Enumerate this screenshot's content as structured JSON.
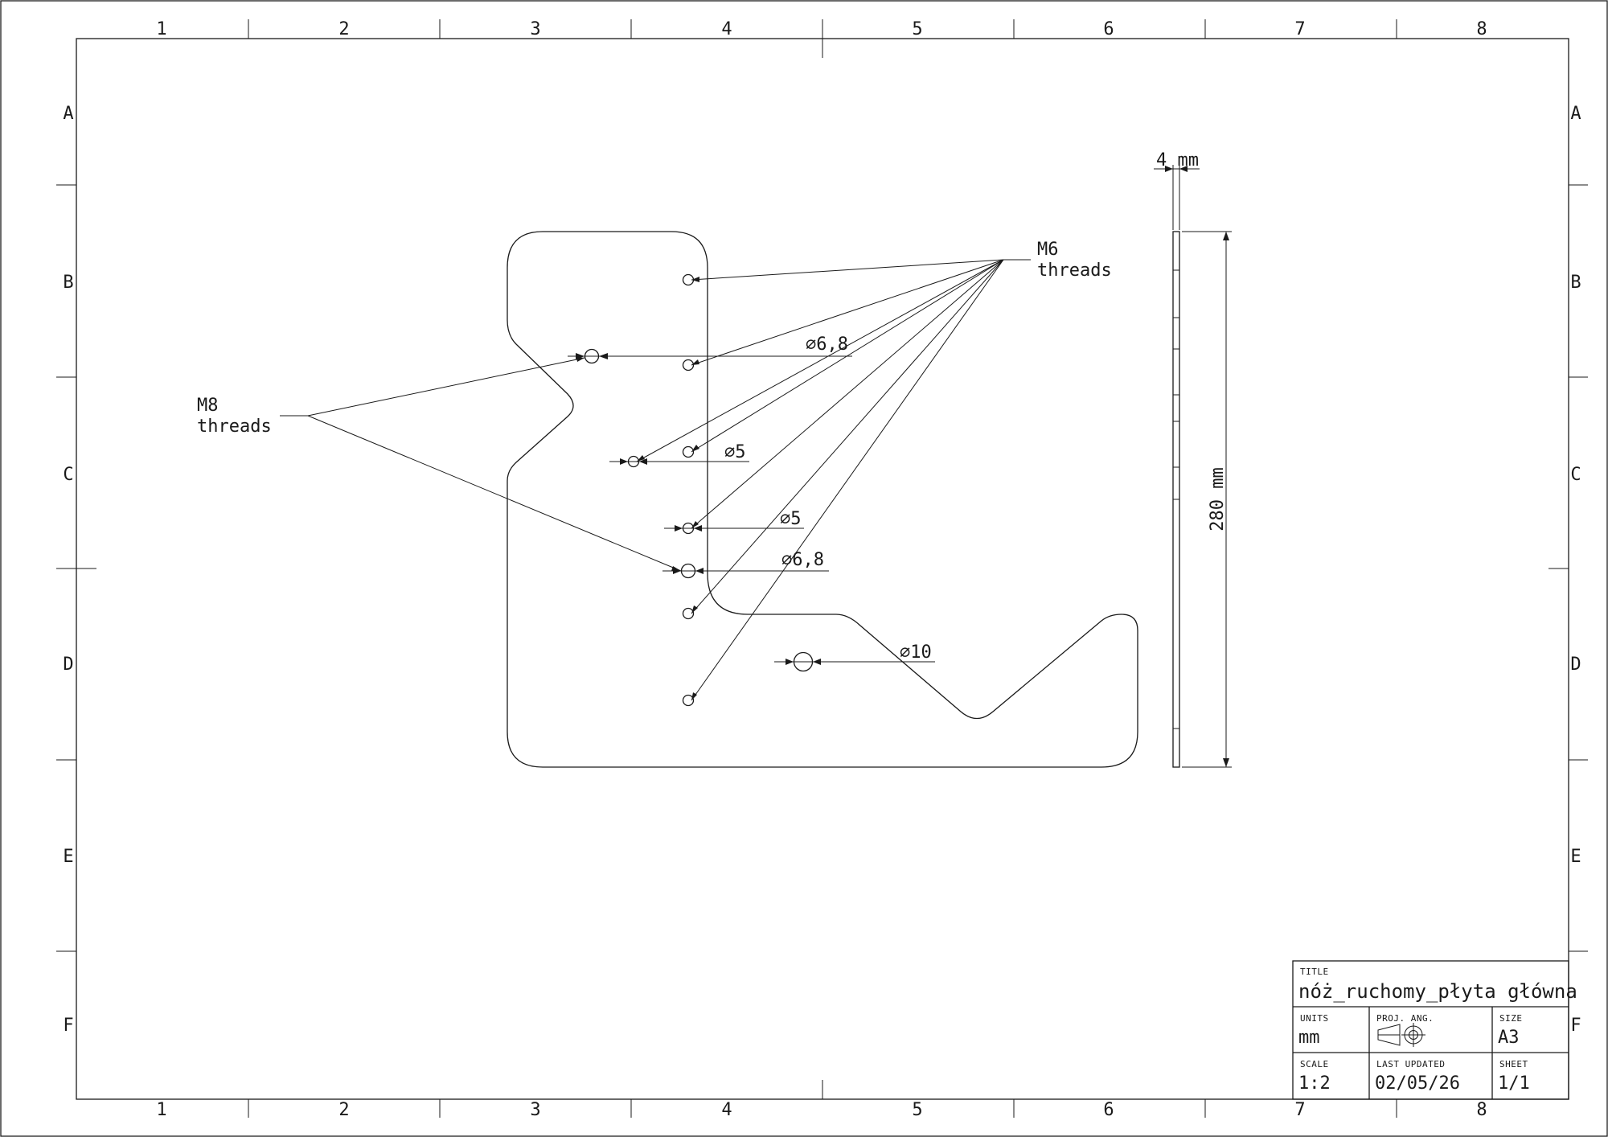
{
  "border": {
    "columns": [
      "1",
      "2",
      "3",
      "4",
      "5",
      "6",
      "7",
      "8"
    ],
    "rows": [
      "A",
      "B",
      "C",
      "D",
      "E",
      "F"
    ]
  },
  "callouts": {
    "m6": [
      "M6",
      "threads"
    ],
    "m8": [
      "M8",
      "threads"
    ]
  },
  "dimensions": {
    "d68_top": "⌀6,8",
    "d5_a": "⌀5",
    "d5_b": "⌀5",
    "d68_bot": "⌀6,8",
    "d10": "⌀10",
    "thickness": "4 mm",
    "height": "280 mm"
  },
  "title_block": {
    "title_label": "TITLE",
    "title": "nóż_ruchomy_płyta główna",
    "units_label": "UNITS",
    "units": "mm",
    "proj_label": "PROJ. ANG.",
    "size_label": "SIZE",
    "size": "A3",
    "scale_label": "SCALE",
    "scale": "1:2",
    "updated_label": "LAST UPDATED",
    "updated": "02/05/26",
    "sheet_label": "SHEET",
    "sheet": "1/1"
  }
}
